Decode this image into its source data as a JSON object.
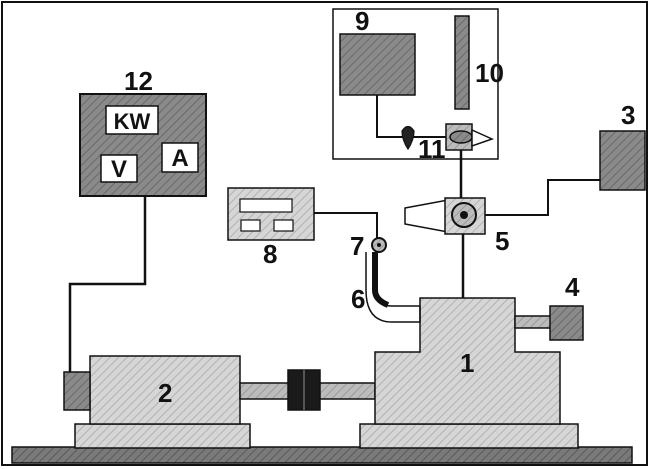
{
  "labels": {
    "l1": "1",
    "l2": "2",
    "l3": "3",
    "l4": "4",
    "l5": "5",
    "l6": "6",
    "l7": "7",
    "l8": "8",
    "l9": "9",
    "l10": "10",
    "l11": "11",
    "l12": "12"
  },
  "meter": {
    "power_unit": "KW",
    "voltage_unit": "V",
    "current_unit": "A"
  },
  "colors": {
    "dark_fill": "#888888",
    "mid_fill": "#b8b8b8",
    "light_fill": "#cfcfcf",
    "line": "#111111",
    "background": "#ffffff"
  }
}
